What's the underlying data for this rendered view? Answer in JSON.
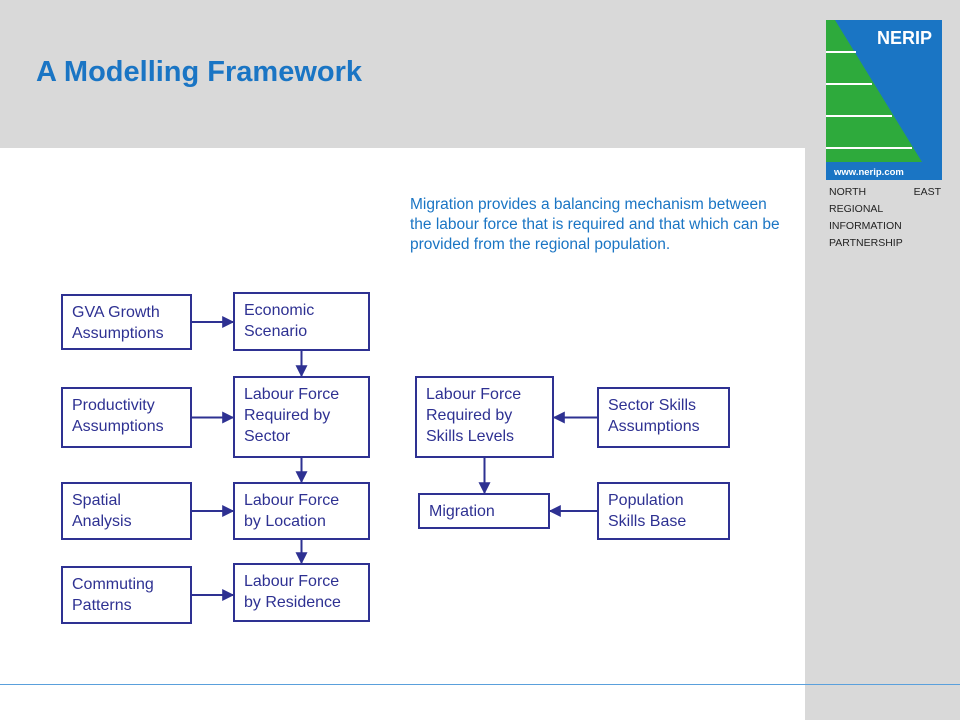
{
  "slide": {
    "title": "A Modelling Framework",
    "note": "Migration provides a balancing mechanism between the labour force that is required and that which can be provided from the regional population."
  },
  "logo": {
    "brand": "NERIP",
    "url": "www.nerip.com",
    "lines": [
      "NORTH EAST",
      "REGIONAL",
      "INFORMATION",
      "PARTNERSHIP"
    ],
    "colors": {
      "blue": "#1a75c4",
      "green": "#2eaa3c"
    }
  },
  "diagram": {
    "nodes": {
      "gva": "GVA Growth Assumptions",
      "economic": "Economic Scenario",
      "productivity": "Productivity Assumptions",
      "lf_sector": "Labour Force Required by Sector",
      "lf_skills": "Labour Force Required by Skills Levels",
      "sector_skills": "Sector Skills Assumptions",
      "spatial": "Spatial Analysis",
      "lf_location": "Labour Force by Location",
      "migration": "Migration",
      "population": "Population Skills Base",
      "commuting": "Commuting Patterns",
      "lf_residence": "Labour Force by Residence"
    },
    "edges": [
      [
        "gva",
        "economic"
      ],
      [
        "economic",
        "lf_sector"
      ],
      [
        "productivity",
        "lf_sector"
      ],
      [
        "sector_skills",
        "lf_skills"
      ],
      [
        "lf_skills",
        "migration"
      ],
      [
        "lf_sector",
        "lf_location"
      ],
      [
        "spatial",
        "lf_location"
      ],
      [
        "population",
        "migration"
      ],
      [
        "lf_location",
        "lf_residence"
      ],
      [
        "commuting",
        "lf_residence"
      ]
    ],
    "colors": {
      "line": "#2e3192",
      "text": "#2e3192",
      "note": "#1a75c4"
    }
  }
}
